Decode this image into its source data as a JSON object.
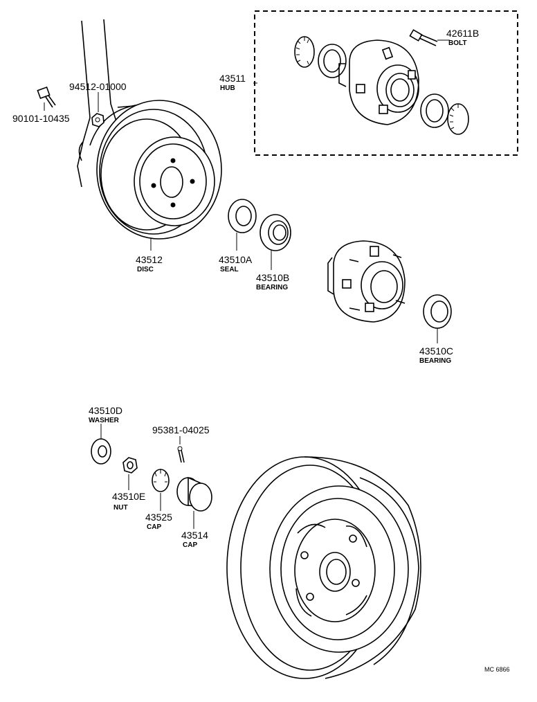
{
  "diagram": {
    "hub_group": {
      "number": "43511",
      "name": "HUB"
    },
    "parts": [
      {
        "number": "42611B",
        "name": "BOLT"
      },
      {
        "number": "94512-01000",
        "name": ""
      },
      {
        "number": "90101-10435",
        "name": ""
      },
      {
        "number": "43512",
        "name": "DISC"
      },
      {
        "number": "43510A",
        "name": "SEAL"
      },
      {
        "number": "43510B",
        "name": "BEARING"
      },
      {
        "number": "43510C",
        "name": "BEARING"
      },
      {
        "number": "43510D",
        "name": "WASHER"
      },
      {
        "number": "95381-04025",
        "name": ""
      },
      {
        "number": "43510E",
        "name": "NUT"
      },
      {
        "number": "43525",
        "name": "CAP"
      },
      {
        "number": "43514",
        "name": "CAP"
      }
    ],
    "reference": "MC 6866"
  }
}
